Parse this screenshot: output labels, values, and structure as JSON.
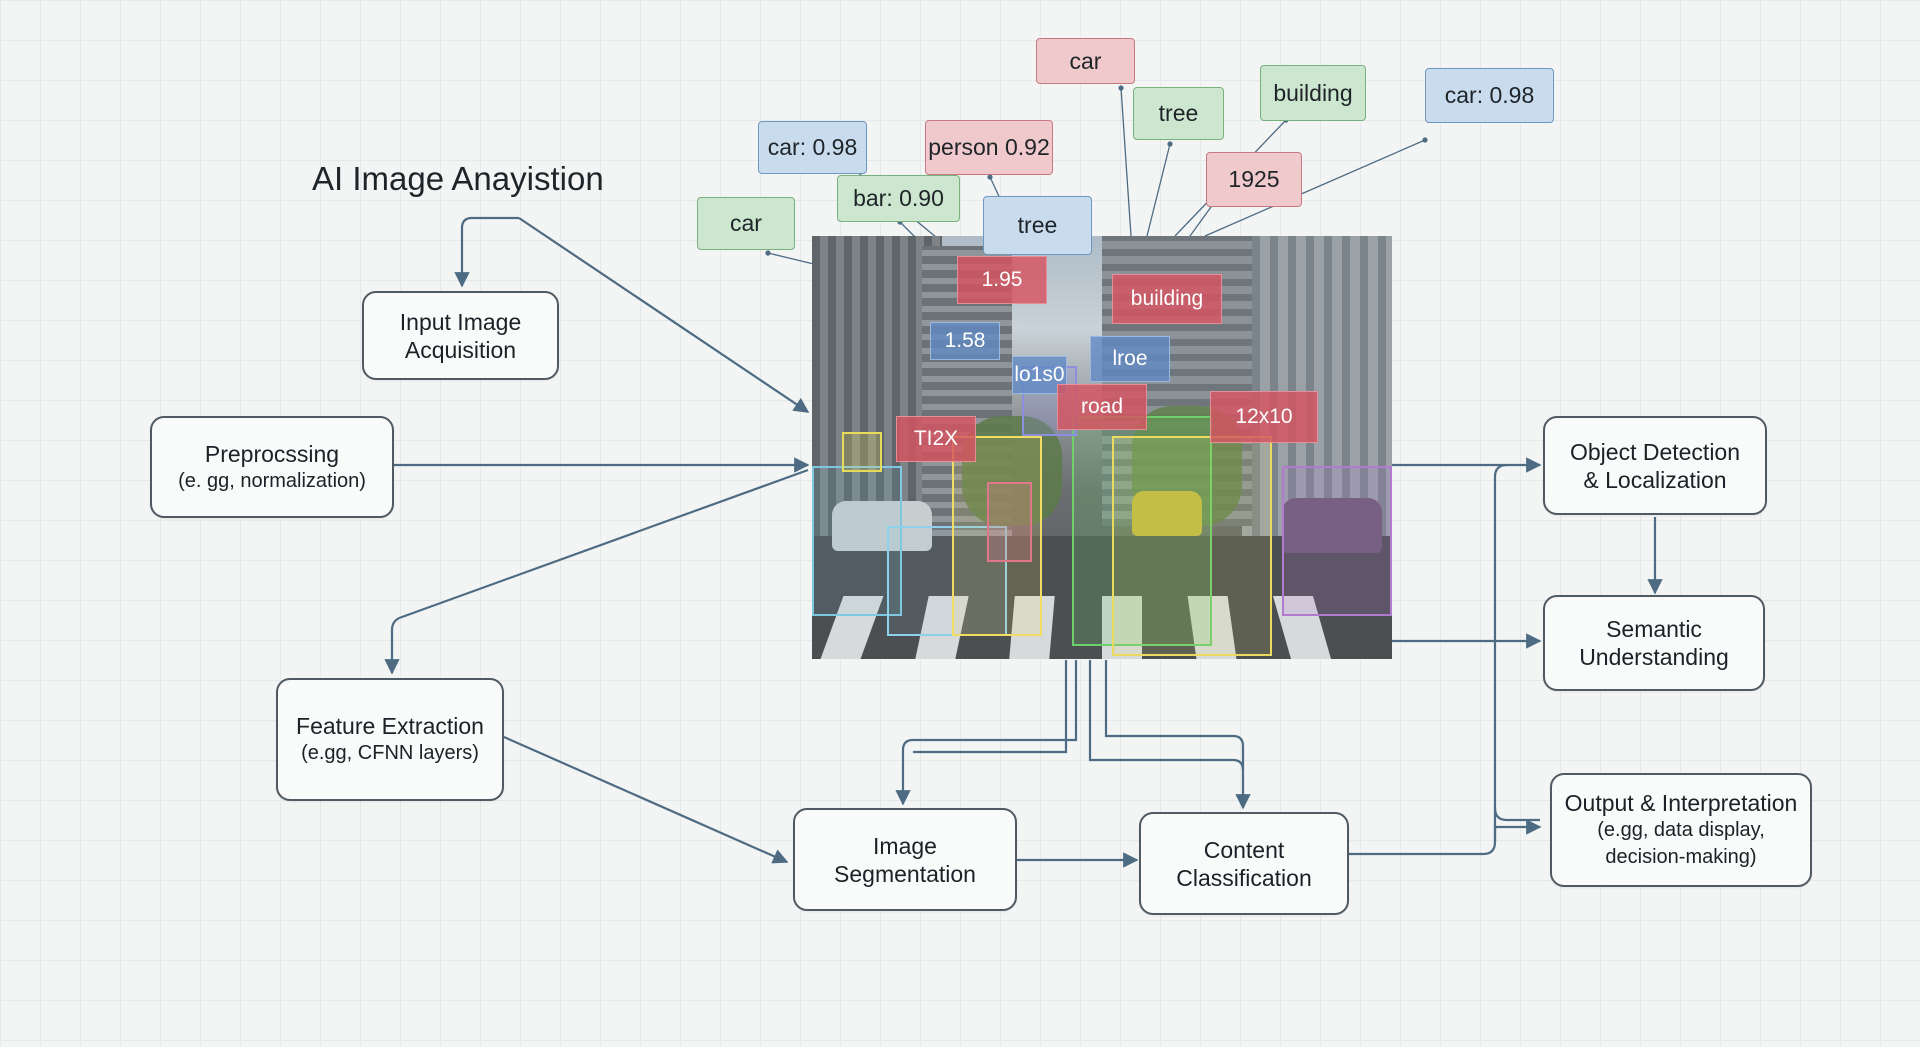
{
  "title": "AI Image Anayistion",
  "nodes": {
    "input": {
      "line1": "Input Image",
      "line2": "Acquisition"
    },
    "preprocessing": {
      "line1": "Preprocssing",
      "sub": "(e. gg, normalization)"
    },
    "feature": {
      "line1": "Feature Extraction",
      "sub": "(e.gg, CFNN layers)"
    },
    "segmentation": {
      "line1": "Image",
      "line2": "Segmentation"
    },
    "classification": {
      "line1": "Content",
      "line2": "Classification"
    },
    "detection": {
      "line1": "Object Detection",
      "line2": "& Localization"
    },
    "semantic": {
      "line1": "Semantic",
      "line2": "Understanding"
    },
    "output": {
      "line1": "Output & Interpretation",
      "sub1": "(e.gg, data display,",
      "sub2": "decision-making)"
    }
  },
  "callouts": [
    {
      "text": "car",
      "color": "red"
    },
    {
      "text": "tree",
      "color": "green"
    },
    {
      "text": "building",
      "color": "green"
    },
    {
      "text": "car: 0.98",
      "color": "blue"
    },
    {
      "text": "car: 0.98",
      "color": "blue"
    },
    {
      "text": "person 0.92",
      "color": "red"
    },
    {
      "text": "1925",
      "color": "red"
    },
    {
      "text": "car",
      "color": "green"
    },
    {
      "text": "bar: 0.90",
      "color": "green"
    },
    {
      "text": "tree",
      "color": "blue"
    }
  ],
  "image_labels": [
    {
      "text": "1.95",
      "color": "red"
    },
    {
      "text": "1.58",
      "color": "blue"
    },
    {
      "text": "building",
      "color": "red"
    },
    {
      "text": "lroe",
      "color": "blue"
    },
    {
      "text": "lo1s0",
      "color": "blue"
    },
    {
      "text": "road",
      "color": "red"
    },
    {
      "text": "12x10",
      "color": "red"
    },
    {
      "text": "TI2X",
      "color": "red"
    }
  ],
  "colors": {
    "arrow": "#4d6b82",
    "node_border": "#4f5a62",
    "label_red": "#f0c9cc",
    "label_green": "#cde6cf",
    "label_blue": "#c9dcee"
  }
}
